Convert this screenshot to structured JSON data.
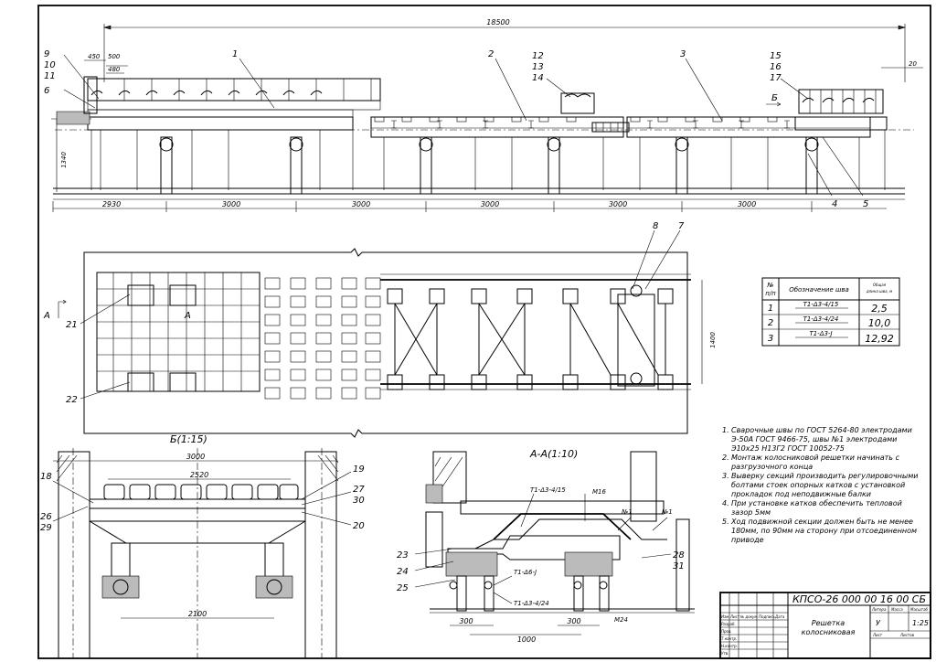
{
  "overall_dim": "18500",
  "top_dims": {
    "d450": "450",
    "d500": "500",
    "d480": "480",
    "d20": "20",
    "d1340": "1340"
  },
  "bottom_dims": [
    "2930",
    "3000",
    "3000",
    "3000",
    "3000",
    "3000"
  ],
  "plan_dims": {
    "d1400": "1400"
  },
  "positions_top": {
    "p9": "9",
    "p10": "10",
    "p11": "11",
    "p6": "6",
    "p1": "1",
    "p2": "2",
    "p12": "12",
    "p13": "13",
    "p14": "14",
    "p3": "3",
    "p15": "15",
    "p16": "16",
    "p17": "17",
    "p4": "4",
    "p5": "5"
  },
  "view_b_marker": "Б",
  "positions_plan": {
    "p8": "8",
    "p7": "7",
    "p21": "21",
    "p22": "22"
  },
  "section_marker": "А",
  "weld_table": {
    "headers": {
      "num": "№\nп/п",
      "designation": "Обозначение шва",
      "length": "Общая\nдлина шва, м"
    },
    "rows": [
      {
        "num": "1",
        "designation": "Т1-Δ3-4/15",
        "length": "2,5"
      },
      {
        "num": "2",
        "designation": "Т1-Δ3-4/24",
        "length": "10,0"
      },
      {
        "num": "3",
        "designation": "Т1-Δ3-J",
        "length": "12,92"
      }
    ]
  },
  "notes": [
    {
      "n": "1.",
      "text": "Сварочные швы по ГОСТ 5264-80 электродами Э-50А ГОСТ 9466-75, швы №1 электродами Э10х25 Н13Г2 ГОСТ 10052-75"
    },
    {
      "n": "2.",
      "text": "Монтаж колосниковой решетки начинать с разгрузочного конца"
    },
    {
      "n": "3.",
      "text": "Выверку секций производить регулировочными болтами стоек опорных катков с установкой прокладок под неподвижные балки"
    },
    {
      "n": "4.",
      "text": "При установке катков обеспечить тепловой зазор 5мм"
    },
    {
      "n": "5.",
      "text": "Ход подвижной секции должен быть не менее 180мм, по 90мм на сторону при отсоединенном приводе"
    }
  ],
  "view_b": {
    "title": "Б(1:15)",
    "d3000": "3000",
    "d2520": "2520",
    "d2100": "2100",
    "positions": {
      "p18": "18",
      "p26": "26",
      "p29": "29",
      "p19": "19",
      "p27": "27",
      "p30": "30",
      "p20": "20"
    }
  },
  "section_aa": {
    "title": "А-А(1:10)",
    "weld1": "Т1-Δ3-4/15",
    "m16": "М16",
    "no1a": "№1",
    "no1b": "№1",
    "weld2": "Т1-Δ6-J",
    "weld3": "Т1-Δ3-4/24",
    "d300a": "300",
    "d300b": "300",
    "d1000": "1000",
    "m24": "М24",
    "positions": {
      "p23": "23",
      "p24": "24",
      "p25": "25",
      "p28": "28",
      "p31": "31"
    }
  },
  "title_block": {
    "code": "КПСО-26 000 00 16 00 СБ",
    "name_line1": "Решетка",
    "name_line2": "колосниковая",
    "col_litera": "Литера",
    "col_mass": "Масса",
    "col_scale": "Масштаб",
    "litera_value": "У",
    "scale_value": "1:25",
    "sheet": "Лист",
    "sheets": "Листов",
    "rows_left": [
      "Изм.",
      "Лист",
      "№ докум.",
      "Подпись",
      "Дата"
    ],
    "roles": [
      "Разраб.",
      "Пров.",
      "Т.контр.",
      "",
      "Н.контр.",
      "Утв."
    ]
  }
}
